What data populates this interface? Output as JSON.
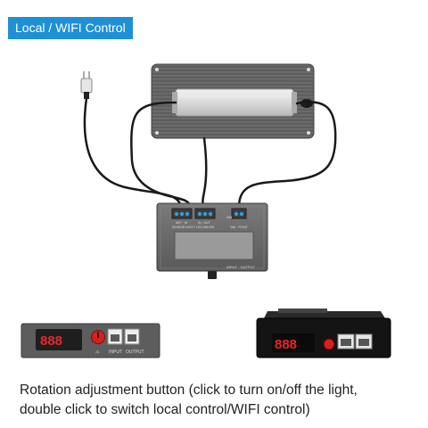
{
  "header": {
    "title": "Local  / WIFI Control"
  },
  "controller": {
    "terminal_labels": [
      "NET · IN",
      "SENSOR INPUT",
      "IN · OUT",
      "LED DRIVER",
      "DIM",
      "DIM · POINT"
    ],
    "bottom_label": "INPUT · OUTPUT"
  },
  "left_panel": {
    "display": "888",
    "port_labels": [
      "INPUT",
      "OUTPUT"
    ]
  },
  "right_panel": {
    "display": "888"
  },
  "caption": {
    "line1": "Rotation adjustment button (click to turn on/off the light,",
    "line2": "double click to switch local control/WIFI control)"
  },
  "colors": {
    "accent": "#1e90d6",
    "display_red": "#e8262a",
    "knob_red": "#d42020"
  }
}
